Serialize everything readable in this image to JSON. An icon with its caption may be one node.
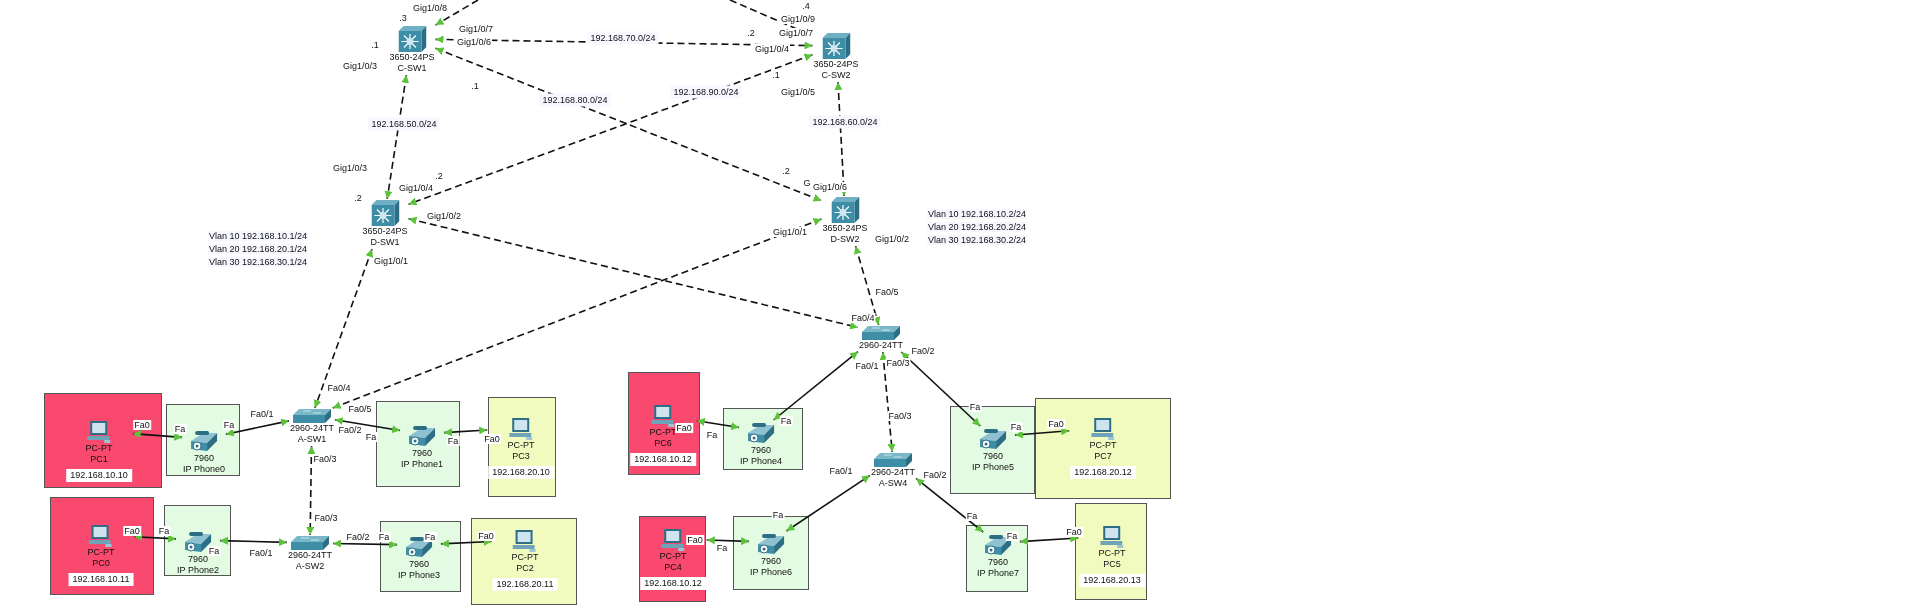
{
  "diagram": {
    "nodes": [
      {
        "text": [
          "3650-24PS",
          "C-SW1"
        ]
      },
      {
        "text": [
          "3650-24PS",
          "C-SW2"
        ]
      },
      {
        "text": [
          "3650-24PS",
          "D-SW1"
        ]
      },
      {
        "text": [
          "3650-24PS",
          "D-SW2"
        ]
      },
      {
        "text": [
          "2960-24TT"
        ]
      },
      {
        "text": [],
        "shape": "box"
      },
      {
        "text": [
          "PC-PT",
          "PC1",
          "192.168.10.10"
        ],
        "in": 5
      },
      {
        "text": [],
        "shape": "box"
      },
      {
        "text": [
          "7960",
          "IP Phone0"
        ],
        "in": 7
      },
      {
        "text": [
          "2960-24TT",
          "A-SW1"
        ]
      },
      {
        "text": [],
        "shape": "box"
      },
      {
        "text": [
          "7960",
          "IP Phone1"
        ],
        "in": 10
      },
      {
        "text": [],
        "shape": "box"
      },
      {
        "text": [
          "PC-PT",
          "PC3",
          "192.168.20.10"
        ],
        "in": 12
      },
      {
        "text": [],
        "shape": "box"
      },
      {
        "text": [
          "PC-PT",
          "PC6",
          "192.168.10.12"
        ],
        "in": 14
      },
      {
        "text": [],
        "shape": "box"
      },
      {
        "text": [
          "7960",
          "IP Phone4"
        ],
        "in": 16
      },
      {
        "text": [],
        "shape": "box"
      },
      {
        "text": [
          "7960",
          "IP Phone5"
        ],
        "in": 18
      },
      {
        "text": [],
        "shape": "box"
      },
      {
        "text": [
          "PC-PT",
          "PC7",
          "192.168.20.12"
        ],
        "in": 20
      },
      {
        "text": [],
        "shape": "box"
      },
      {
        "text": [
          "PC-PT",
          "PC0",
          "192.168.10.11"
        ],
        "in": 22
      },
      {
        "text": [],
        "shape": "box"
      },
      {
        "text": [
          "7960",
          "IP Phone2"
        ],
        "in": 24
      },
      {
        "text": [
          "2960-24TT",
          "A-SW2"
        ]
      },
      {
        "text": [],
        "shape": "box"
      },
      {
        "text": [
          "7960",
          "IP Phone3"
        ],
        "in": 27
      },
      {
        "text": [],
        "shape": "box"
      },
      {
        "text": [
          "PC-PT",
          "PC2",
          "192.168.20.11"
        ],
        "in": 29
      },
      {
        "text": [
          "2960-24TT",
          "A-SW4"
        ]
      },
      {
        "text": [],
        "shape": "box"
      },
      {
        "text": [
          "PC-PT",
          "PC4",
          "192.168.10.12"
        ],
        "in": 32
      },
      {
        "text": [],
        "shape": "box"
      },
      {
        "text": [
          "7960",
          "IP Phone6"
        ],
        "in": 34
      },
      {
        "text": [],
        "shape": "box"
      },
      {
        "text": [
          "7960",
          "IP Phone7"
        ],
        "in": 36
      },
      {
        "text": [],
        "shape": "box"
      },
      {
        "text": [
          "PC-PT",
          "PC5",
          "192.168.20.13"
        ],
        "in": 38
      }
    ],
    "edges": [
      {
        "from": null,
        "to": 0,
        "arrow": "to",
        "style": "dashed"
      },
      {
        "from": null,
        "to": 1,
        "arrow": "to",
        "style": "dashed"
      },
      {
        "from": 0,
        "to": 1,
        "arrow": "both",
        "style": "dashed",
        "label": "192.168.70.0/24"
      },
      {
        "from": 0,
        "to": 2,
        "arrow": "both",
        "style": "dashed",
        "label": "192.168.50.0/24"
      },
      {
        "from": 0,
        "to": 3,
        "arrow": "both",
        "style": "dashed",
        "label": "192.168.80.0/24"
      },
      {
        "from": 1,
        "to": 2,
        "arrow": "both",
        "style": "dashed",
        "label": "192.168.90.0/24"
      },
      {
        "from": 1,
        "to": 3,
        "arrow": "both",
        "style": "dashed",
        "label": "192.168.60.0/24"
      },
      {
        "from": 2,
        "to": 9,
        "arrow": "both",
        "style": "dashed"
      },
      {
        "from": 2,
        "to": 4,
        "arrow": "both",
        "style": "dashed"
      },
      {
        "from": 3,
        "to": 9,
        "arrow": "both",
        "style": "dashed"
      },
      {
        "from": 3,
        "to": 4,
        "arrow": "both",
        "style": "dashed"
      },
      {
        "from": 9,
        "to": 26,
        "arrow": "both",
        "style": "dashed"
      },
      {
        "from": 4,
        "to": 31,
        "arrow": "both",
        "style": "dashed"
      },
      {
        "from": 9,
        "to": 8,
        "arrow": "both"
      },
      {
        "from": 8,
        "to": 6,
        "arrow": "both"
      },
      {
        "from": 9,
        "to": 11,
        "arrow": "both"
      },
      {
        "from": 11,
        "to": 13,
        "arrow": "both"
      },
      {
        "from": 26,
        "to": 25,
        "arrow": "both"
      },
      {
        "from": 25,
        "to": 23,
        "arrow": "both"
      },
      {
        "from": 26,
        "to": 28,
        "arrow": "both"
      },
      {
        "from": 28,
        "to": 30,
        "arrow": "both"
      },
      {
        "from": 4,
        "to": 17,
        "arrow": "both"
      },
      {
        "from": 17,
        "to": 15,
        "arrow": "both"
      },
      {
        "from": 4,
        "to": 19,
        "arrow": "both"
      },
      {
        "from": 19,
        "to": 21,
        "arrow": "both"
      },
      {
        "from": 31,
        "to": 35,
        "arrow": "both"
      },
      {
        "from": 35,
        "to": 33,
        "arrow": "both"
      },
      {
        "from": 31,
        "to": 37,
        "arrow": "both"
      },
      {
        "from": 37,
        "to": 39,
        "arrow": "both"
      }
    ],
    "labels": [
      "Gig1/0/8",
      ".3",
      "Gig1/0/7",
      "Gig1/0/6",
      ".1",
      "Gig1/0/3",
      ".1",
      ".4",
      "Gig1/0/9",
      "Gig1/0/7",
      ".2",
      "Gig1/0/4",
      ".1",
      "Gig1/0/5",
      "Gig1/0/3",
      ".2",
      "Gig1/0/4",
      ".2",
      "Gig1/0/2",
      "Gig1/0/1",
      ".2",
      "G",
      "Gig1/0/6",
      "Gig1/0/1",
      "Gig1/0/2",
      "Fa0/5",
      "Fa0/4",
      "Fa0/1",
      "Fa0/3",
      "Fa0/2",
      "Fa0/4",
      "Fa0/1",
      "Fa0/5",
      "Fa0",
      "Fa",
      "Fa",
      "Fa0/2",
      "Fa",
      "Fa",
      "Fa0",
      "Fa0/3",
      "Fa0/3",
      "Fa0",
      "Fa",
      "Fa",
      "Fa0/1",
      "Fa0/2",
      "Fa",
      "Fa",
      "Fa0",
      "Fa0",
      "Fa",
      "Fa",
      "Fa0/3",
      "Fa",
      "Fa",
      "Fa0",
      "Fa0/1",
      "Fa0/2",
      "Fa",
      "Fa0",
      "Fa",
      "Fa",
      "Fa",
      "Fa0",
      "Vlan 10 192.168.10.1/24",
      "Vlan 20 192.168.20.1/24",
      "Vlan 30 192.168.30.1/24",
      "Vlan 10 192.168.10.2/24",
      "Vlan 20 192.168.20.2/24",
      "Vlan 30 192.168.30.2/24"
    ]
  }
}
